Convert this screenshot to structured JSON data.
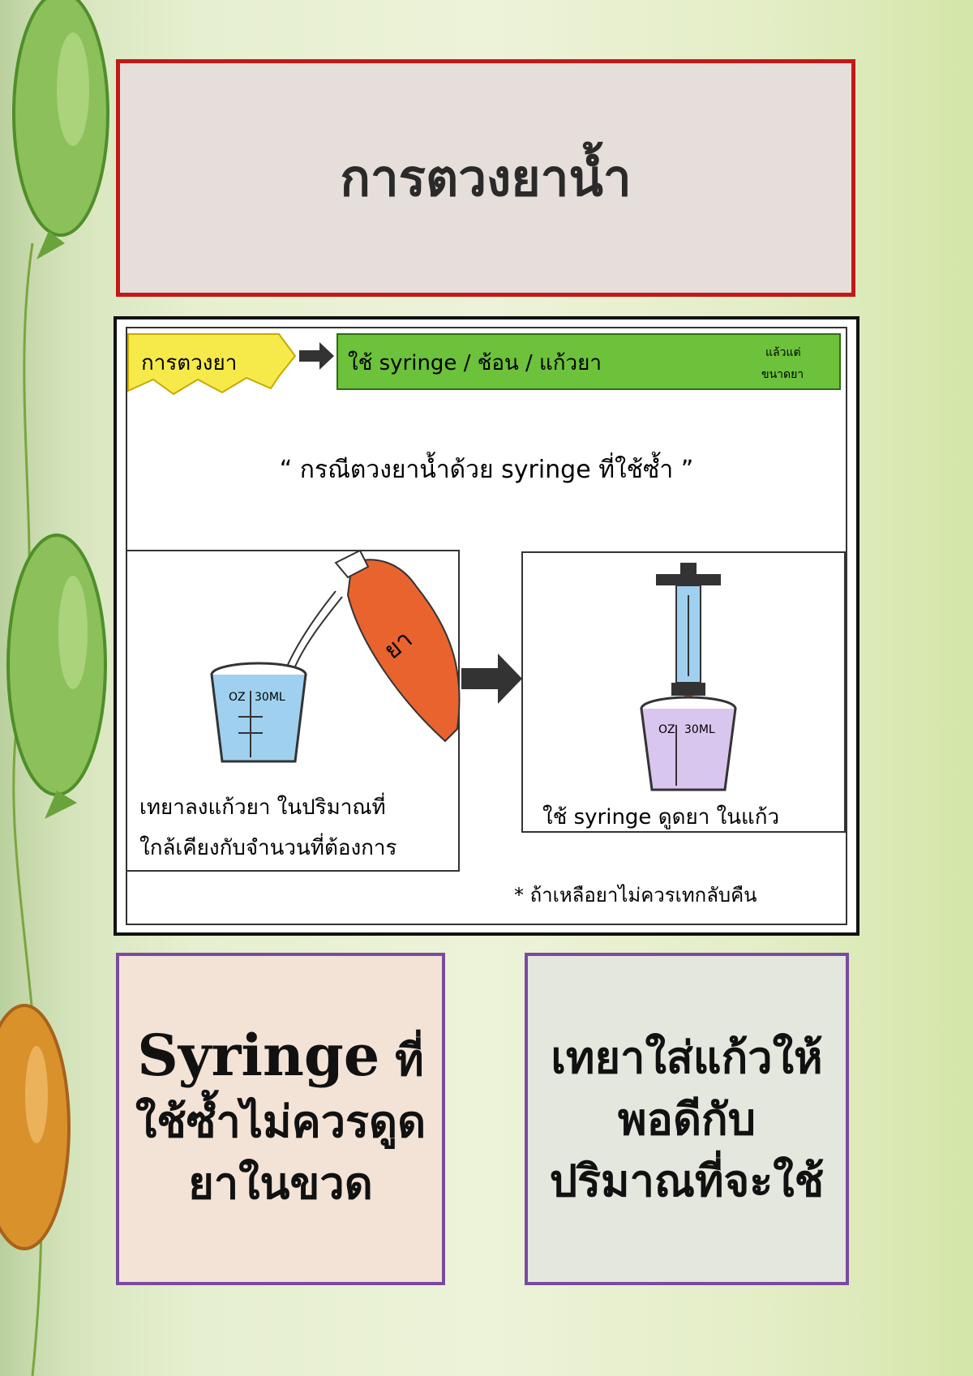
{
  "title": "การตวงยาน้ำ",
  "drawing": {
    "tag": "การตวงยา",
    "header_note": "ใช้ syringe / ช้อน / แก้วยา",
    "header_small_1": "แล้วแต่",
    "header_small_2": "ขนาดยา",
    "quote": "“ กรณีตวงยาน้ำด้วย syringe ที่ใช้ซ้ำ ”",
    "bottle_label": "ยา",
    "cup_oz": "OZ",
    "cup_ml": "30ML",
    "left_caption_1": "เทยาลงแก้วยา ในปริมาณที่",
    "left_caption_2": "ใกล้เคียงกับจำนวนที่ต้องการ",
    "right_caption": "ใช้ syringe ดูดยา ในแก้ว",
    "footnote": "* ถ้าเหลือยาไม่ควรเทกลับคืน"
  },
  "box_left": {
    "line1": "Syringe",
    "line1b": "ที่",
    "line2": "ใช้ซ้ำไม่ควรดูด",
    "line3": "ยาในขวด"
  },
  "box_right": {
    "line1": "เทยาใส่แก้วให้",
    "line2": "พอดีกับ",
    "line3": "ปริมาณที่จะใช้"
  },
  "colors": {
    "title_border": "#c41818",
    "box_border": "#7a4aa0",
    "tag_yellow": "#f6ea4a",
    "header_green": "#6cc23a",
    "medicine_orange": "#e8632e",
    "cup_blue": "#9fd0ef"
  }
}
